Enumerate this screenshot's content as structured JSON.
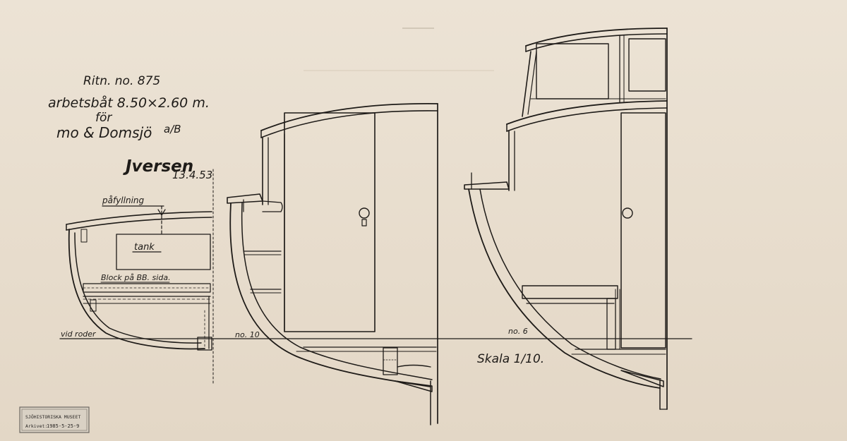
{
  "drawing": {
    "number": "Ritn. no. 875",
    "title": "arbetsbåt 8.50×2.60 m.",
    "for": "för",
    "client": "mo & Domsjö",
    "client_suffix": "a/B",
    "signature": "Jversen",
    "date": "13.4.53",
    "scale": "Skala 1/10."
  },
  "labels": {
    "filling": "påfyllning",
    "tank": "tank",
    "block": "Block på BB. sida.",
    "rudder": "vid roder",
    "section_10": "no. 10",
    "section_6": "no. 6"
  },
  "stamp": {
    "museum": "SJÖHISTORISKA MUSEET",
    "archive_label": "Arkivet:",
    "archive_no": "1985-5-25-9"
  }
}
